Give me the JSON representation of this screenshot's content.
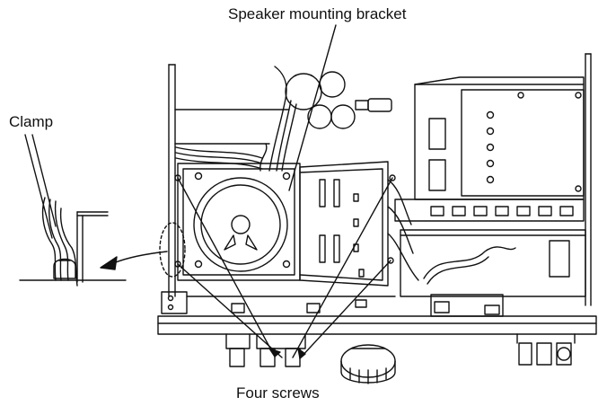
{
  "labels": {
    "bracket": "Speaker mounting bracket",
    "clamp": "Clamp",
    "screws": "Four screws"
  },
  "colors": {
    "line": "#111111",
    "paper": "#ffffff"
  },
  "icons": {
    "arrow": "curved-arrow-icon",
    "screw": "screw-icon"
  }
}
